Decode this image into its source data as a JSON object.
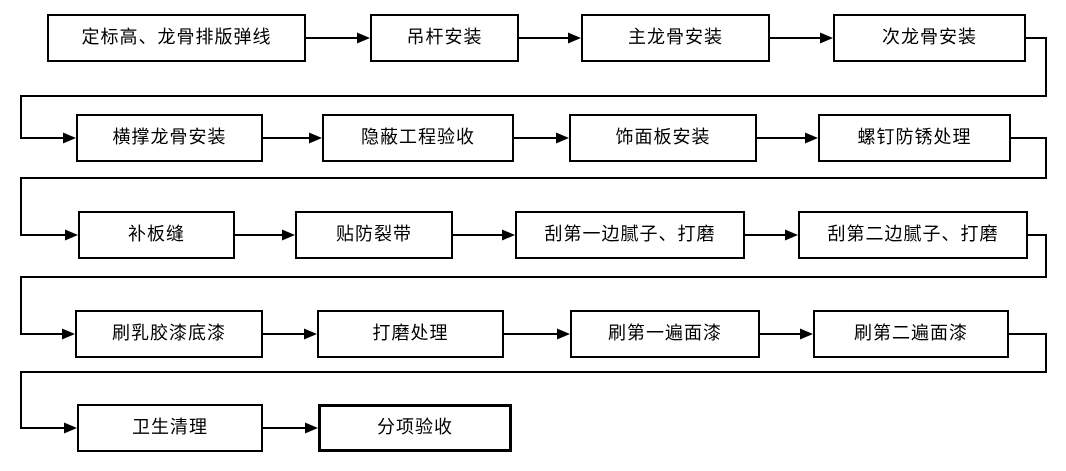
{
  "diagram": {
    "type": "flowchart",
    "direction": "left-to-right, serpentine wrap to next row",
    "rows": [
      {
        "nodes": [
          {
            "label": "定标高、龙骨排版弹线"
          },
          {
            "label": "吊杆安装"
          },
          {
            "label": "主龙骨安装"
          },
          {
            "label": "次龙骨安装"
          }
        ]
      },
      {
        "nodes": [
          {
            "label": "横撑龙骨安装"
          },
          {
            "label": "隐蔽工程验收"
          },
          {
            "label": "饰面板安装"
          },
          {
            "label": "螺钉防锈处理"
          }
        ]
      },
      {
        "nodes": [
          {
            "label": "补板缝"
          },
          {
            "label": "贴防裂带"
          },
          {
            "label": "刮第一边腻子、打磨"
          },
          {
            "label": "刮第二边腻子、打磨"
          }
        ]
      },
      {
        "nodes": [
          {
            "label": "刷乳胶漆底漆"
          },
          {
            "label": "打磨处理"
          },
          {
            "label": "刷第一遍面漆"
          },
          {
            "label": "刷第二遍面漆"
          }
        ]
      },
      {
        "nodes": [
          {
            "label": "卫生清理"
          },
          {
            "label": "分项验收"
          }
        ]
      }
    ],
    "flow_sequence": [
      "定标高、龙骨排版弹线",
      "吊杆安装",
      "主龙骨安装",
      "次龙骨安装",
      "横撑龙骨安装",
      "隐蔽工程验收",
      "饰面板安装",
      "螺钉防锈处理",
      "补板缝",
      "贴防裂带",
      "刮第一边腻子、打磨",
      "刮第二边腻子、打磨",
      "刷乳胶漆底漆",
      "打磨处理",
      "刷第一遍面漆",
      "刷第二遍面漆",
      "卫生清理",
      "分项验收"
    ]
  },
  "colors": {
    "line": "#000000",
    "box_border": "#000000",
    "text": "#000000",
    "background": "#ffffff"
  }
}
